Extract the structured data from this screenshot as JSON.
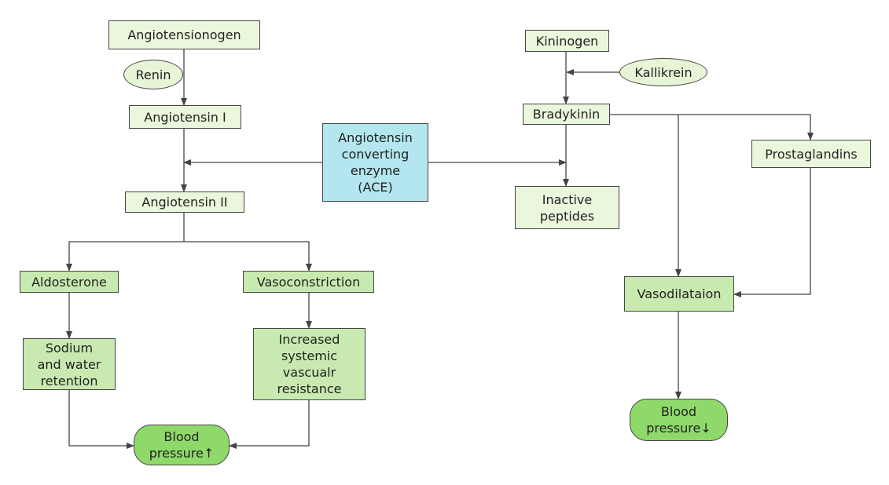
{
  "nodes": {
    "angiotensionogen": "Angiotensionogen",
    "renin": "Renin",
    "angiotensin_1": "Angiotensin I",
    "ace": "Angiotensin\nconverting\nenzyme\n(ACE)",
    "angiotensin_2": "Angiotensin II",
    "aldosterone": "Aldosterone",
    "vasoconstriction": "Vasoconstriction",
    "sodium_water": "Sodium\nand water\nretention",
    "increased_svr": "Increased\nsystemic\nvascualr\nresistance",
    "bp_up": "Blood\npressure↑",
    "kininogen": "Kininogen",
    "kallikrein": "Kallikrein",
    "bradykinin": "Bradykinin",
    "inactive_peptides": "Inactive\npeptides",
    "prostaglandins": "Prostaglandins",
    "vasodilataion": "Vasodilataion",
    "bp_down": "Blood\npressure↓"
  },
  "colors": {
    "node_fill": "#e6f5d6",
    "node_fill_mid": "#c8eab0",
    "ace_fill": "#b3e6ee",
    "outcome_fill": "#8ed96a",
    "line": "#444444"
  }
}
